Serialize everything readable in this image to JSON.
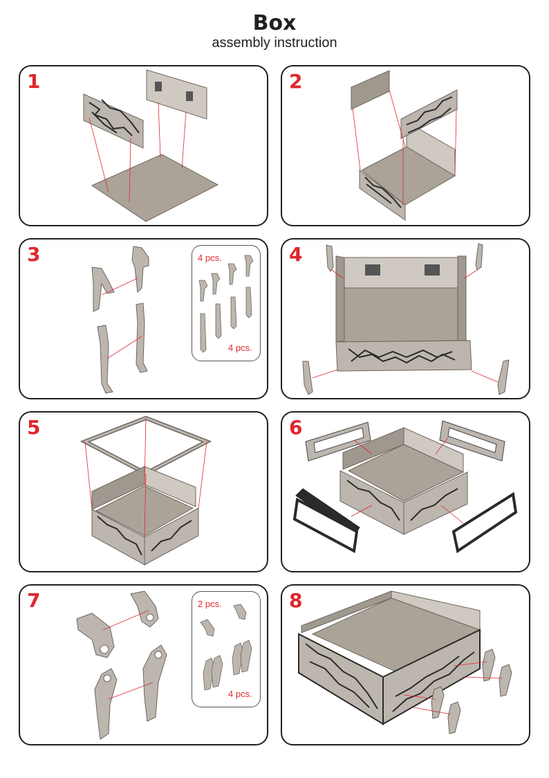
{
  "header": {
    "title": "Box",
    "subtitle": "assembly instruction"
  },
  "steps": [
    {
      "number": "1"
    },
    {
      "number": "2"
    },
    {
      "number": "3",
      "inset_top_label": "4 pcs.",
      "inset_bottom_label": "4 pcs."
    },
    {
      "number": "4"
    },
    {
      "number": "5"
    },
    {
      "number": "6"
    },
    {
      "number": "7",
      "inset_top_label": "2 pcs.",
      "inset_bottom_label": "4 pcs."
    },
    {
      "number": "8"
    }
  ],
  "colors": {
    "step_number": "#e0262d",
    "guide_line": "#e0262d",
    "panel_border": "#231f20",
    "part_face": "#bdb6ae",
    "part_shade": "#8e877f",
    "part_floor": "#aba398",
    "pattern_dark": "#2a2a2a"
  }
}
